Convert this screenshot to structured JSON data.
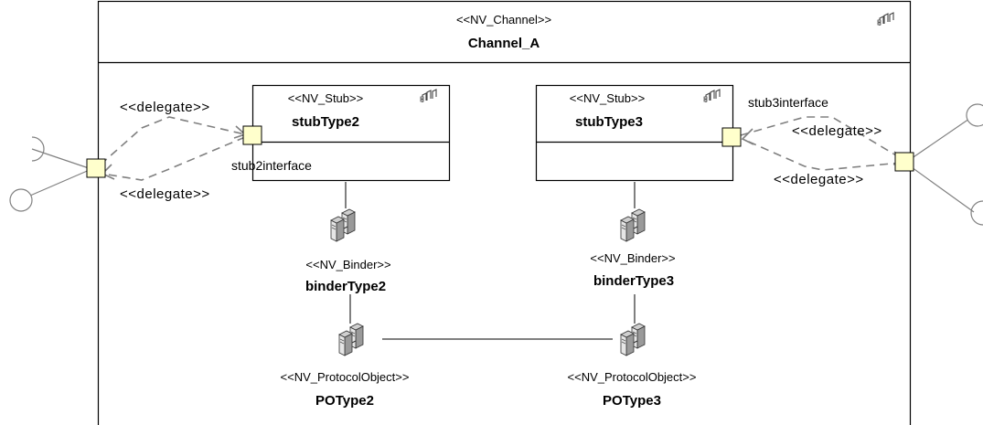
{
  "channel": {
    "stereotype": "<<NV_Channel>>",
    "name": "Channel_A",
    "icon": "component-icon"
  },
  "stubs": [
    {
      "stereotype": "<<NV_Stub>>",
      "name": "stubType2",
      "port_label": "stub2interface",
      "icon": "component-icon"
    },
    {
      "stereotype": "<<NV_Stub>>",
      "name": "stubType3",
      "port_label": "stub3interface",
      "icon": "component-icon"
    }
  ],
  "binders": [
    {
      "stereotype": "<<NV_Binder>>",
      "name": "binderType2",
      "icon": "server-icon"
    },
    {
      "stereotype": "<<NV_Binder>>",
      "name": "binderType3",
      "icon": "server-icon"
    }
  ],
  "protocol_objects": [
    {
      "stereotype": "<<NV_ProtocolObject>>",
      "name": "POType2",
      "icon": "server-icon"
    },
    {
      "stereotype": "<<NV_ProtocolObject>>",
      "name": "POType3",
      "icon": "server-icon"
    }
  ],
  "delegates": {
    "left_top": "<<delegate>>",
    "left_bottom": "<<delegate>>",
    "right_top": "<<delegate>>",
    "right_bottom": "<<delegate>>"
  },
  "colors": {
    "port_fill": "#ffffcc",
    "line": "#808080",
    "border": "#000000"
  }
}
